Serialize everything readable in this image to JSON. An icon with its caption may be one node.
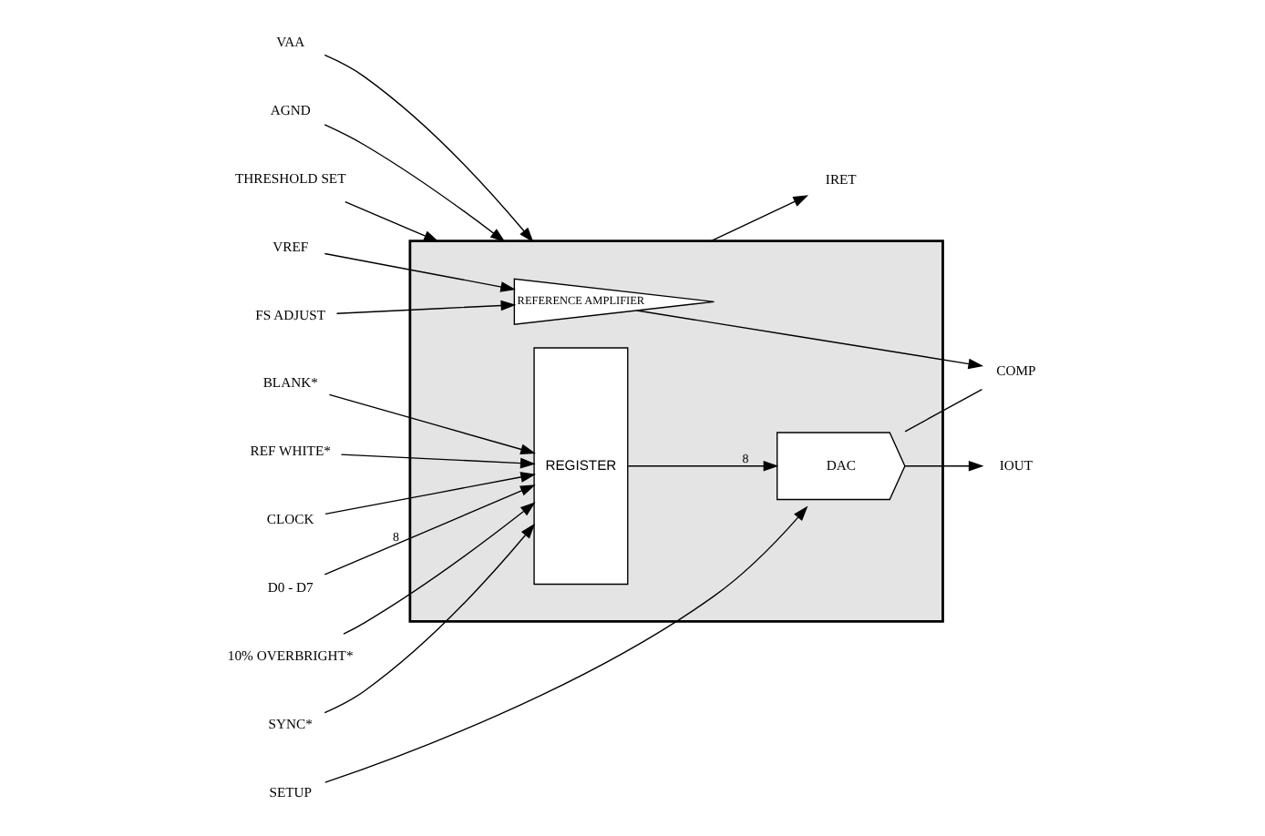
{
  "diagram": {
    "nodes": [
      {
        "text": [],
        "shape": "box"
      },
      {
        "text": [
          "THRESHOLD SET"
        ]
      },
      {
        "text": [
          "CLOCK"
        ]
      },
      {
        "text": [
          "D0 - D7"
        ]
      },
      {
        "text": [
          "10% OVERBRIGHT*"
        ]
      },
      {
        "text": [
          "SYNC*"
        ]
      },
      {
        "text": [
          "BLANK*"
        ]
      },
      {
        "text": [
          "REF WHITE*"
        ]
      },
      {
        "text": [
          "VREF"
        ]
      },
      {
        "text": [
          "FS ADJUST"
        ]
      },
      {
        "text": [
          "REFERENCE AMPLIFIER"
        ],
        "in": 0
      },
      {
        "text": [
          "REGISTER"
        ],
        "in": 0
      },
      {
        "text": [
          "DAC"
        ],
        "in": 0
      },
      {
        "text": [
          "COMP"
        ]
      },
      {
        "text": [
          "IOUT"
        ]
      },
      {
        "text": [
          "IRET"
        ]
      },
      {
        "text": [
          "SETUP"
        ]
      },
      {
        "text": [
          "VAA"
        ]
      },
      {
        "text": [
          "AGND"
        ]
      }
    ],
    "edges": [
      {
        "from": 1,
        "to": 0,
        "arrow": "to"
      },
      {
        "from": 2,
        "to": 11,
        "arrow": "to"
      },
      {
        "from": 3,
        "to": 11,
        "arrow": "to",
        "label": "8"
      },
      {
        "from": 4,
        "to": 11,
        "arrow": "to"
      },
      {
        "from": 5,
        "to": 11,
        "arrow": "to"
      },
      {
        "from": 6,
        "to": 11,
        "arrow": "to"
      },
      {
        "from": 7,
        "to": 11,
        "arrow": "to"
      },
      {
        "from": 8,
        "to": 10,
        "arrow": "to"
      },
      {
        "from": 9,
        "to": 10,
        "arrow": "to"
      },
      {
        "from": 11,
        "to": 12,
        "arrow": "to",
        "label": "8"
      },
      {
        "from": 10,
        "to": 13,
        "arrow": "to"
      },
      {
        "from": 12,
        "to": 14,
        "arrow": "to"
      },
      {
        "from": 12,
        "to": 13,
        "arrow": "none"
      },
      {
        "from": 0,
        "to": 15,
        "arrow": "to"
      },
      {
        "from": 16,
        "to": 12,
        "arrow": "to"
      },
      {
        "from": 17,
        "to": 0,
        "arrow": "to"
      },
      {
        "from": 18,
        "to": 0,
        "arrow": "to"
      }
    ]
  }
}
